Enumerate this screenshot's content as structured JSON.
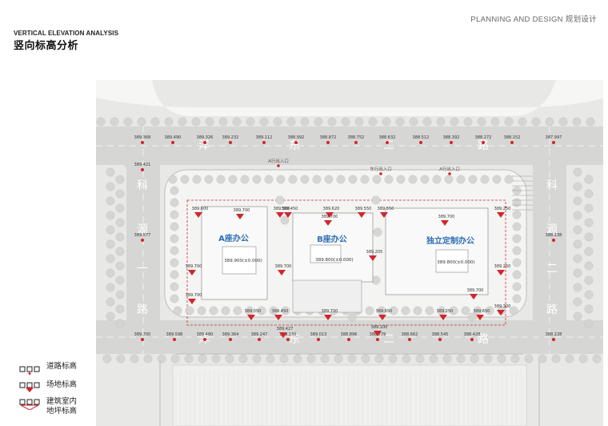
{
  "header": {
    "brand": "PLANNING AND DESIGN 规划设计",
    "title_en": "VERTICAL ELEVATION ANALYSIS",
    "title_cn": "竖向标高分析"
  },
  "streets": {
    "top": [
      "洋",
      "东",
      "二",
      "路"
    ],
    "bottom": [
      "洋",
      "东",
      "二",
      "路"
    ],
    "left": [
      "科",
      "源",
      "一",
      "路"
    ],
    "right": [
      "科",
      "源",
      "二",
      "路"
    ]
  },
  "buildings": {
    "a": "A座办公",
    "b": "B座办公",
    "c": "独立定制办公"
  },
  "floor_elev": {
    "a": "389.900(±0.000)",
    "b": "389.800(±0.000)",
    "c": "389.800(±0.000)"
  },
  "entrances": {
    "a": "A行出入口",
    "p": "车行出入口",
    "c": "A行出入口"
  },
  "road_top": [
    "389.368",
    "389.490",
    "389.326",
    "389.232",
    "389.112",
    "388.992",
    "388.872",
    "388.752",
    "388.632",
    "388.512",
    "388.392",
    "388.272",
    "388.152",
    "387.997"
  ],
  "road_bottom": [
    "389.700",
    "389.598",
    "389.480",
    "389.364",
    "389.247",
    "389.130",
    "389.013",
    "388.896",
    "388.779",
    "388.662",
    "388.545",
    "388.428",
    "388.228"
  ],
  "road_left": [
    "389.421",
    "389.577"
  ],
  "road_right": [
    "388.138"
  ],
  "site_elev": [
    "389.600",
    "389.700",
    "389.500",
    "389.620",
    "389.550",
    "389.450",
    "389.550",
    "389.700",
    "389.700",
    "389.700",
    "389.205",
    "389.700",
    "389.250",
    "389.650",
    "389.700",
    "389.350",
    "389.450",
    "389.700",
    "389.650",
    "389.250",
    "389.700",
    "389.427",
    "389.300",
    "389.100",
    "389.250"
  ],
  "legend": {
    "road": "道路标高",
    "site": "场地标高",
    "floor_line1": "建筑室内",
    "floor_line2": "地坪标高"
  },
  "colors": {
    "marker": "#d0262c",
    "label_blue": "#2f6fb5",
    "street_text": "#ffffff"
  }
}
